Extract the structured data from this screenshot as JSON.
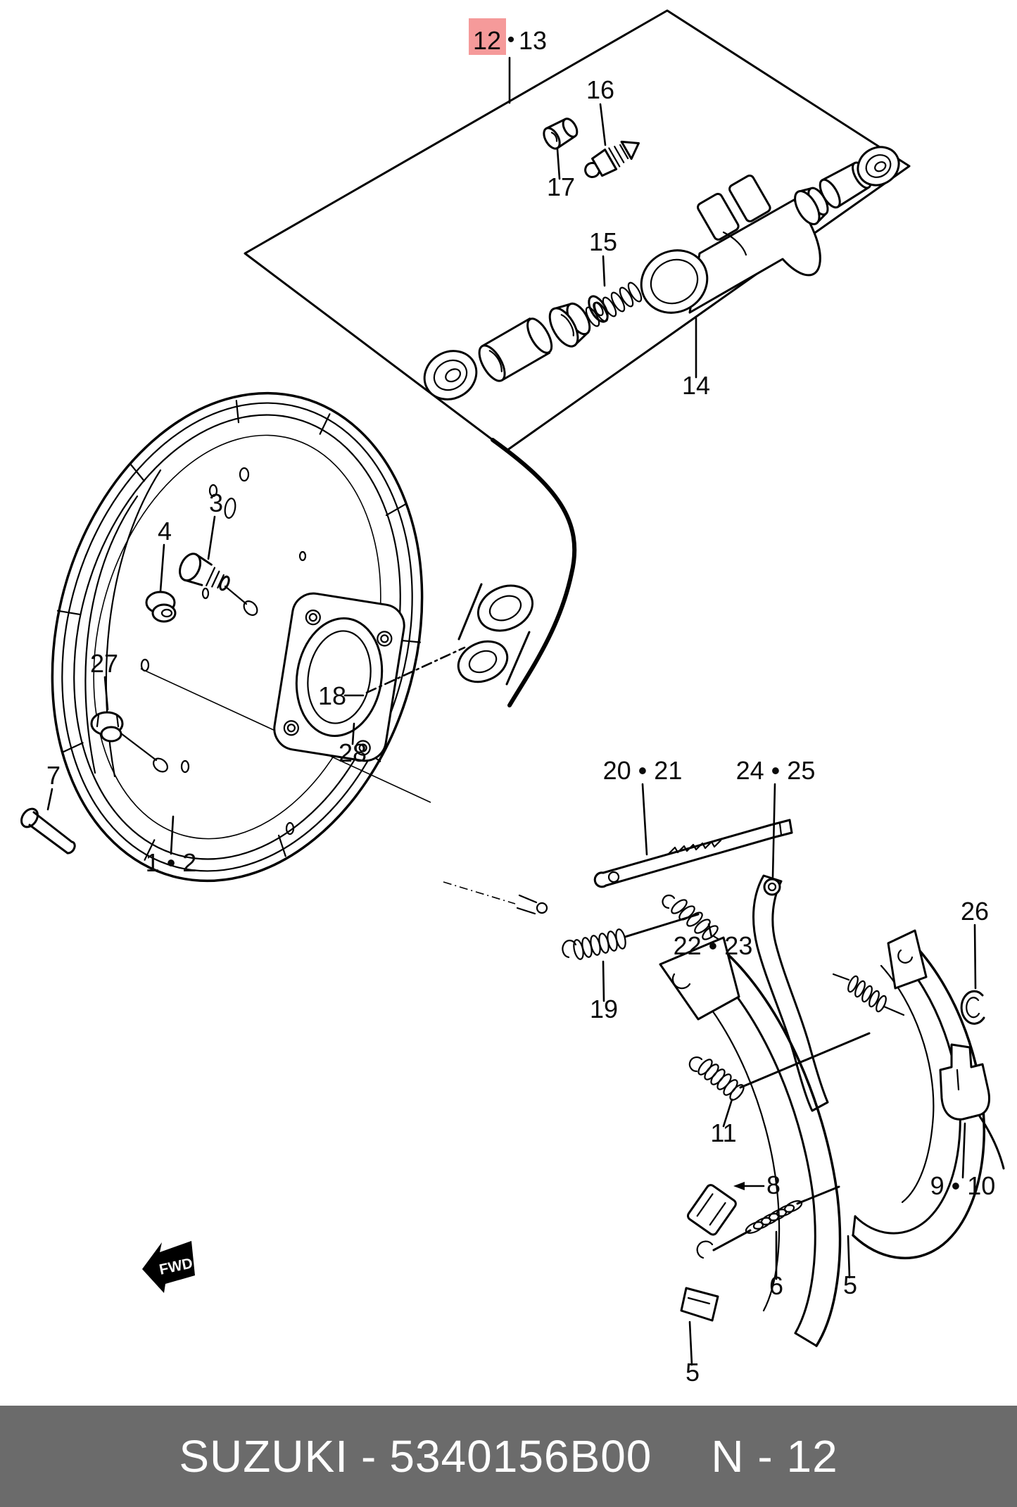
{
  "title_block": {
    "brand": "SUZUKI",
    "separator": "-",
    "part_number": "5340156B00",
    "page_ref": "N - 12",
    "bg_color": "#6b6b6b",
    "text_color": "#ffffff"
  },
  "fwd_marker": {
    "label": "FWD"
  },
  "highlight": {
    "selected_part": "12",
    "bg": "#f59a9a",
    "fg": "#8c1d1d"
  },
  "ink_color": "#000000",
  "callouts": {
    "bullet": "•",
    "c12": "12",
    "c13": "13",
    "c16": "16",
    "c17": "17",
    "c15": "15",
    "c14": "14",
    "c3": "3",
    "c4": "4",
    "c27": "27",
    "c7": "7",
    "c18": "18",
    "c1_2": "1 • 2",
    "c28": "28",
    "c20_21": "20 • 21",
    "c24_25": "24 • 25",
    "c22_23": "22 • 23",
    "c19": "19",
    "c11": "11",
    "c26": "26",
    "c9_10": "9 • 10",
    "c8": "8",
    "c6": "6",
    "c5_right": "5",
    "c5_bottom": "5"
  }
}
